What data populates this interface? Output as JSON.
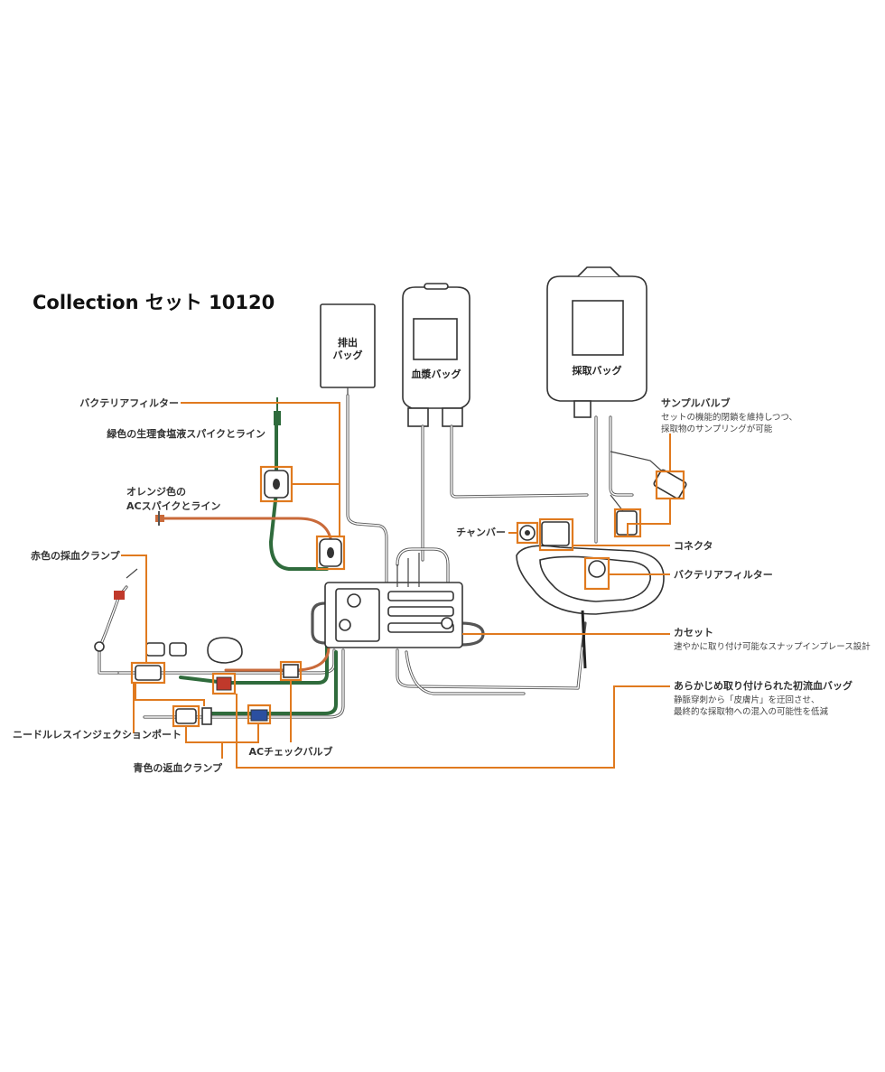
{
  "title": "Collection セット 10120",
  "bags": {
    "waste_line1": "排出",
    "waste_line2": "バッグ",
    "plasma": "血漿バッグ",
    "collect": "採取バッグ"
  },
  "labels": {
    "bacteria_filter_left": "バクテリアフィルター",
    "green_spike": "緑色の生理食塩液スパイクとライン",
    "orange_spike_line1": "オレンジ色の",
    "orange_spike_line2": "ACスパイクとライン",
    "red_clamp": "赤色の採血クランプ",
    "needleless_port": "ニードルレスインジェクションポート",
    "ac_check_valve": "ACチェックバルブ",
    "blue_clamp": "青色の返血クランプ",
    "sample_valve": "サンプルバルブ",
    "sample_valve_desc1": "セットの機能的閉鎖を維持しつつ、",
    "sample_valve_desc2": "採取物のサンプリングが可能",
    "chamber": "チャンバー",
    "connector": "コネクタ",
    "bacteria_filter_right": "バクテリアフィルター",
    "cassette": "カセット",
    "cassette_desc": "速やかに取り付け可能なスナップインプレース設計",
    "diversion_bag": "あらかじめ取り付けられた初流血バッグ",
    "diversion_desc1": "静脈穿刺から「皮膚片」を迂回させ、",
    "diversion_desc2": "最終的な採取物への混入の可能性を低減"
  },
  "colors": {
    "accent": "#e07a1f",
    "green_line": "#2f6b3c",
    "orange_line": "#c96a3a",
    "red_clamp": "#c0392b",
    "blue_clamp": "#2b4fa0"
  }
}
